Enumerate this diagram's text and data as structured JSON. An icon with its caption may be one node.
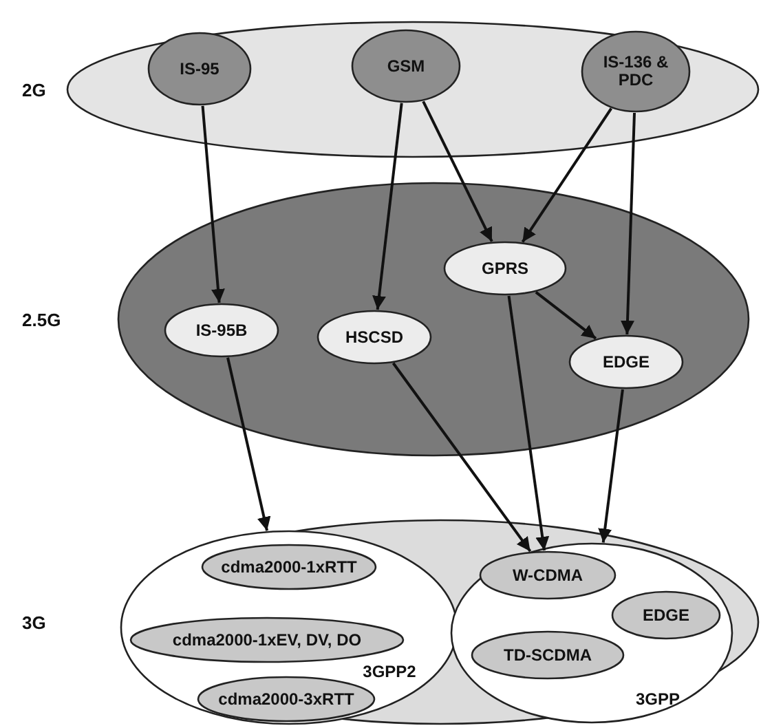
{
  "diagram": {
    "nodes": [
      {
        "text": [
          "2G"
        ]
      },
      {
        "text": [
          "IS-95"
        ],
        "in": 0
      },
      {
        "text": [
          "GSM"
        ],
        "in": 0
      },
      {
        "text": [
          "IS-136 & PDC"
        ],
        "in": 0
      },
      {
        "text": [
          "2.5G"
        ]
      },
      {
        "text": [
          "GPRS"
        ],
        "in": 4
      },
      {
        "text": [
          "IS-95B"
        ],
        "in": 4
      },
      {
        "text": [
          "HSCSD"
        ],
        "in": 4
      },
      {
        "text": [
          "EDGE"
        ],
        "in": 4
      },
      {
        "text": [
          "3G"
        ]
      },
      {
        "text": [
          "3GPP2"
        ],
        "in": 9
      },
      {
        "text": [
          "cdma2000-1xRTT"
        ],
        "in": 10
      },
      {
        "text": [
          "cdma2000-1xEV, DV, DO"
        ],
        "in": 10
      },
      {
        "text": [
          "cdma2000-3xRTT"
        ],
        "in": 10
      },
      {
        "text": [
          "3GPP"
        ],
        "in": 9
      },
      {
        "text": [
          "W-CDMA"
        ],
        "in": 14
      },
      {
        "text": [
          "EDGE"
        ],
        "in": 14
      },
      {
        "text": [
          "TD-SCDMA"
        ],
        "in": 14
      }
    ],
    "edges": [
      {
        "from": 1,
        "to": 6,
        "arrow": "to"
      },
      {
        "from": 2,
        "to": 7,
        "arrow": "to"
      },
      {
        "from": 2,
        "to": 5,
        "arrow": "to"
      },
      {
        "from": 3,
        "to": 5,
        "arrow": "to"
      },
      {
        "from": 3,
        "to": 8,
        "arrow": "to"
      },
      {
        "from": 5,
        "to": 8,
        "arrow": "to"
      },
      {
        "from": 5,
        "to": 15,
        "arrow": "to"
      },
      {
        "from": 6,
        "to": 10,
        "arrow": "to"
      },
      {
        "from": 7,
        "to": 15,
        "arrow": "to"
      },
      {
        "from": 8,
        "to": 14,
        "arrow": "to"
      }
    ]
  }
}
